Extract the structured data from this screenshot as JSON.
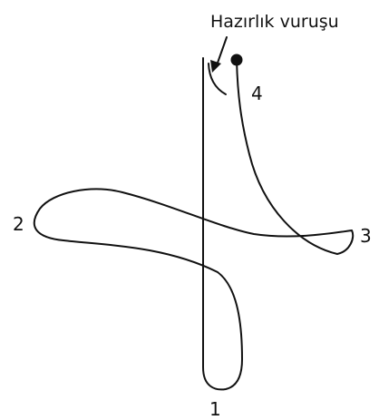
{
  "diagram": {
    "annotation": "Hazırlık vuruşu",
    "points": [
      "1",
      "2",
      "3",
      "4"
    ],
    "colors": {
      "ink": "#111111",
      "background": "#ffffff"
    }
  }
}
